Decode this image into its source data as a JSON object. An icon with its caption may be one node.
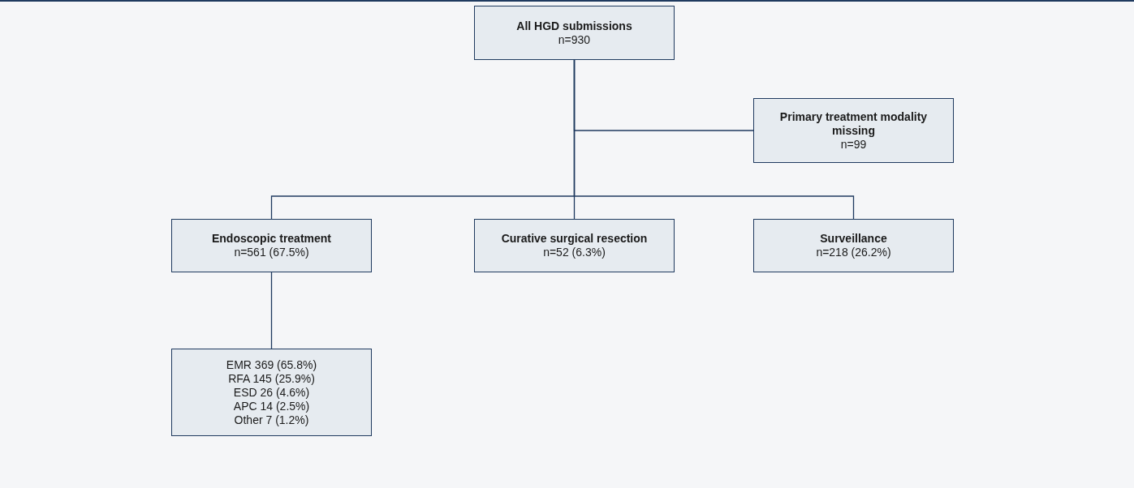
{
  "diagram": {
    "nodes": [
      {
        "text": [
          "All HGD submissions",
          "n=930"
        ]
      },
      {
        "text": [
          "Primary treatment modality missing",
          "n=99"
        ]
      },
      {
        "text": [
          "Endoscopic treatment",
          "n=561 (67.5%)"
        ]
      },
      {
        "text": [
          "Curative surgical resection",
          "n=52 (6.3%)"
        ]
      },
      {
        "text": [
          "Surveillance",
          "n=218 (26.2%)"
        ]
      },
      {
        "text": [
          "EMR 369 (65.8%)",
          "RFA 145 (25.9%)",
          "ESD 26 (4.6%)",
          "APC 14 (2.5%)",
          "Other 7 (1.2%)"
        ]
      }
    ],
    "edges": [
      {
        "from": 0,
        "to": 1,
        "arrow": "none"
      },
      {
        "from": 0,
        "to": 2,
        "arrow": "none"
      },
      {
        "from": 0,
        "to": 3,
        "arrow": "none"
      },
      {
        "from": 0,
        "to": 4,
        "arrow": "none"
      },
      {
        "from": 2,
        "to": 5,
        "arrow": "none"
      }
    ]
  }
}
